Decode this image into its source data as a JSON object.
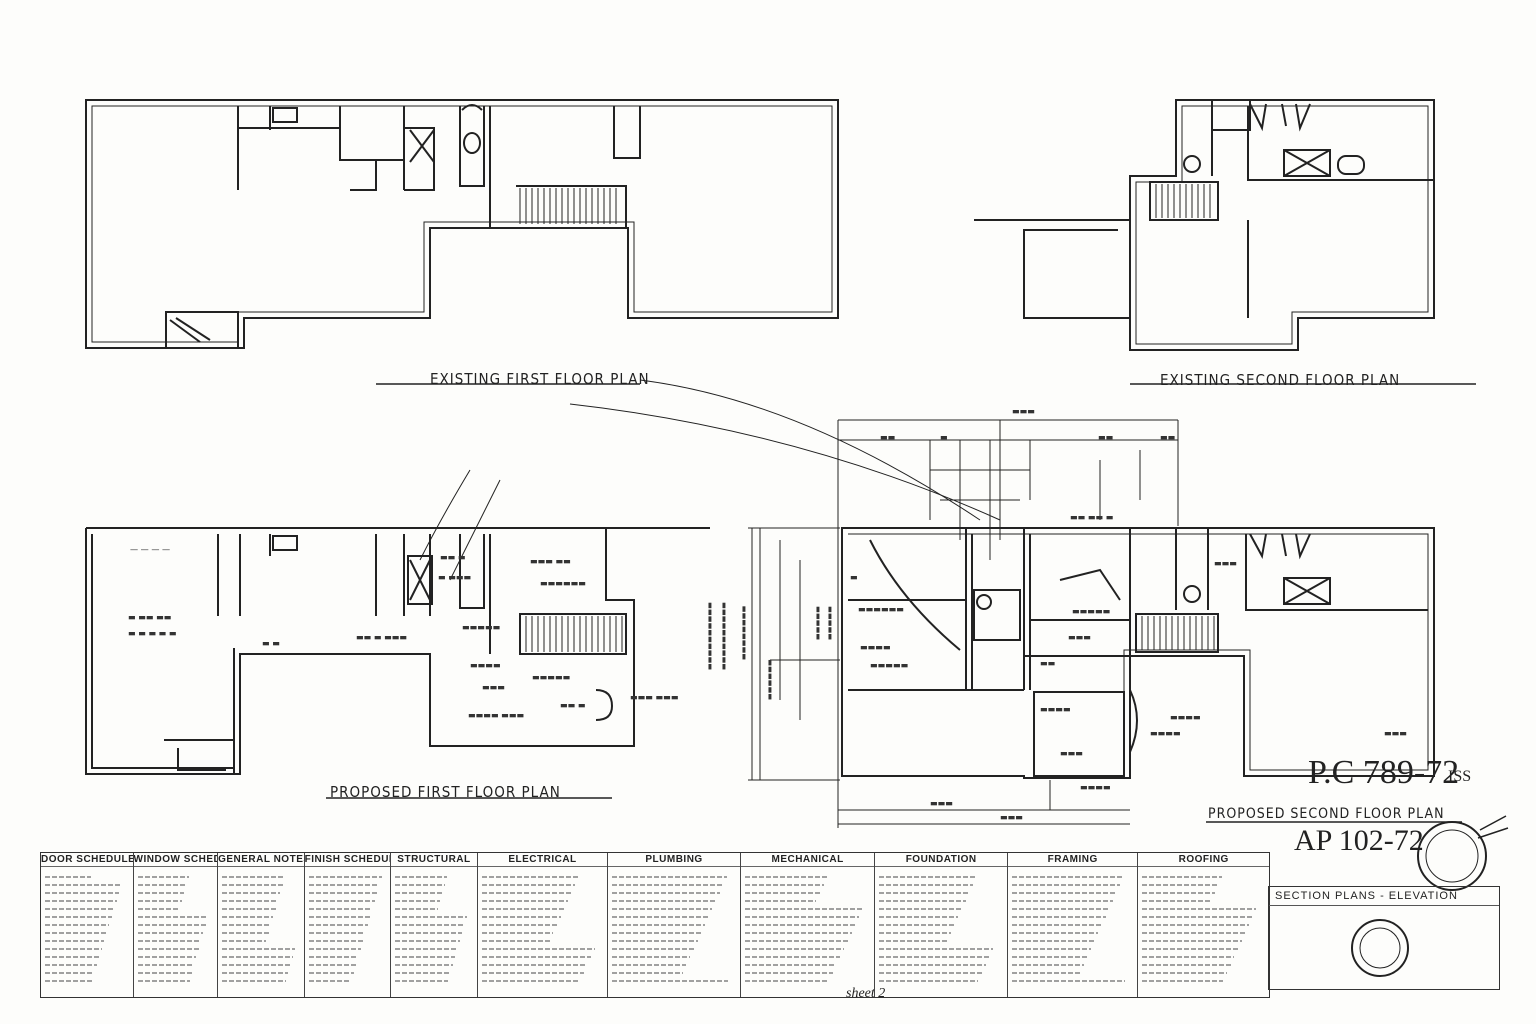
{
  "plans": {
    "existing_first": "EXISTING FIRST FLOOR PLAN",
    "existing_second": "EXISTING SECOND FLOOR PLAN",
    "proposed_first": "PROPOSED FIRST FLOOR PLAN",
    "proposed_second": "PROPOSED SECOND FLOOR PLAN"
  },
  "handwriting": {
    "permit_number": "P.C 789-72",
    "permit_suffix": "ISS",
    "approval_number": "AP 102-72",
    "sheet_note": "sheet 2"
  },
  "title_block": {
    "heading": "SECTION PLANS - ELEVATION"
  },
  "schedule_headers": [
    "DOOR SCHEDULE",
    "WINDOW SCHEDULE",
    "GENERAL NOTES",
    "FINISH SCHEDULE",
    "STRUCTURAL",
    "ELECTRICAL",
    "PLUMBING",
    "MECHANICAL",
    "FOUNDATION",
    "FRAMING",
    "ROOFING"
  ],
  "colors": {
    "ink": "#222222",
    "paper": "#fdfdfb"
  }
}
